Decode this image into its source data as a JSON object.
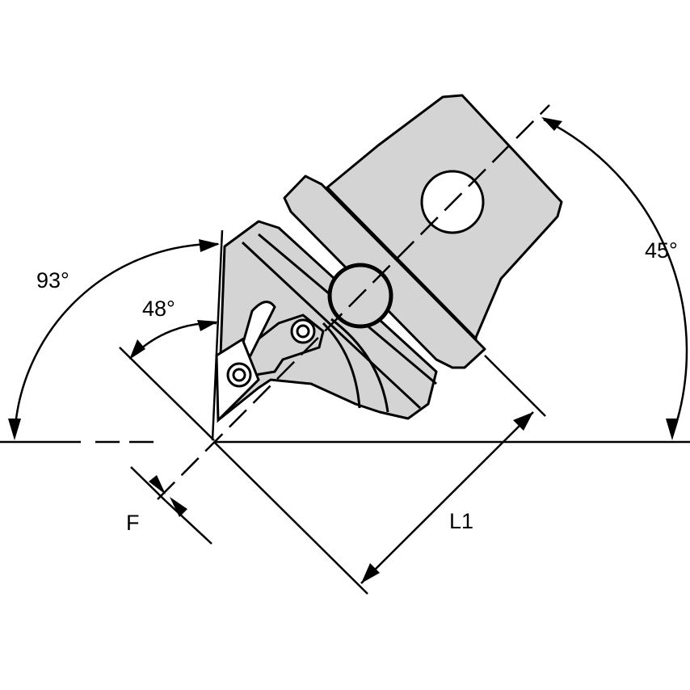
{
  "labels": {
    "angle_93": "93°",
    "angle_48": "48°",
    "angle_45": "45°",
    "dim_f": "F",
    "dim_l1": "L1"
  },
  "colors": {
    "body": "#d4d4d4",
    "line": "#000000"
  }
}
